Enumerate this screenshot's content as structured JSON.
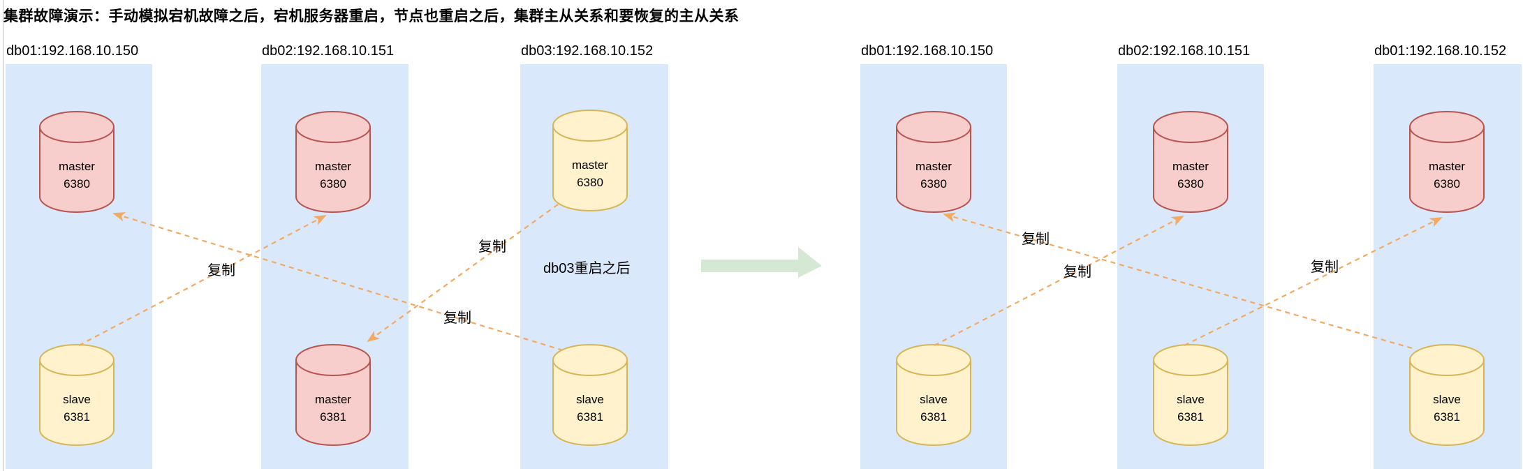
{
  "title": "集群故障演示：手动模拟宕机故障之后，宕机服务器重启，节点也重启之后，集群主从关系和要恢复的主从关系",
  "left_panel": {
    "columns": [
      {
        "header": "db01:192.168.10.150",
        "nodes": [
          {
            "label": "master",
            "port": "6380",
            "color": "red"
          },
          {
            "label": "slave",
            "port": "6381",
            "color": "yellow"
          }
        ]
      },
      {
        "header": "db02:192.168.10.151",
        "nodes": [
          {
            "label": "master",
            "port": "6380",
            "color": "red"
          },
          {
            "label": "master",
            "port": "6381",
            "color": "red"
          }
        ]
      },
      {
        "header": "db03:192.168.10.152",
        "note": "db03重启之后",
        "nodes": [
          {
            "label": "master",
            "port": "6380",
            "color": "yellow"
          },
          {
            "label": "slave",
            "port": "6381",
            "color": "yellow"
          }
        ]
      }
    ],
    "edges": [
      {
        "label": "复制",
        "from": "db01 slave 6381",
        "to": "db02 master 6380"
      },
      {
        "label": "复制",
        "from": "db03 slave 6381",
        "to": "db01 master 6380"
      },
      {
        "label": "复制",
        "from": "db03 master 6380",
        "to": "db02 master 6381"
      }
    ]
  },
  "right_panel": {
    "columns": [
      {
        "header": "db01:192.168.10.150",
        "nodes": [
          {
            "label": "master",
            "port": "6380",
            "color": "red"
          },
          {
            "label": "slave",
            "port": "6381",
            "color": "yellow"
          }
        ]
      },
      {
        "header": "db02:192.168.10.151",
        "nodes": [
          {
            "label": "master",
            "port": "6380",
            "color": "red"
          },
          {
            "label": "slave",
            "port": "6381",
            "color": "yellow"
          }
        ]
      },
      {
        "header": "db01:192.168.10.152",
        "nodes": [
          {
            "label": "master",
            "port": "6380",
            "color": "red"
          },
          {
            "label": "slave",
            "port": "6381",
            "color": "yellow"
          }
        ]
      }
    ],
    "edges": [
      {
        "label": "复制",
        "from": "db01 slave 6381",
        "to": "db02 master 6380"
      },
      {
        "label": "复制",
        "from": "db03 slave 6381",
        "to": "db01 master 6380"
      },
      {
        "label": "复制",
        "from": "db02 slave 6381",
        "to": "db03 master 6380"
      }
    ]
  },
  "colors": {
    "column_fill": "#dae8fc",
    "node_red_fill": "#f8cecc",
    "node_red_stroke": "#b85450",
    "node_yellow_fill": "#fff2cc",
    "node_yellow_stroke": "#d6b656",
    "edge_color": "#f2aa63",
    "transition_arrow_fill": "#d5e8d4"
  }
}
